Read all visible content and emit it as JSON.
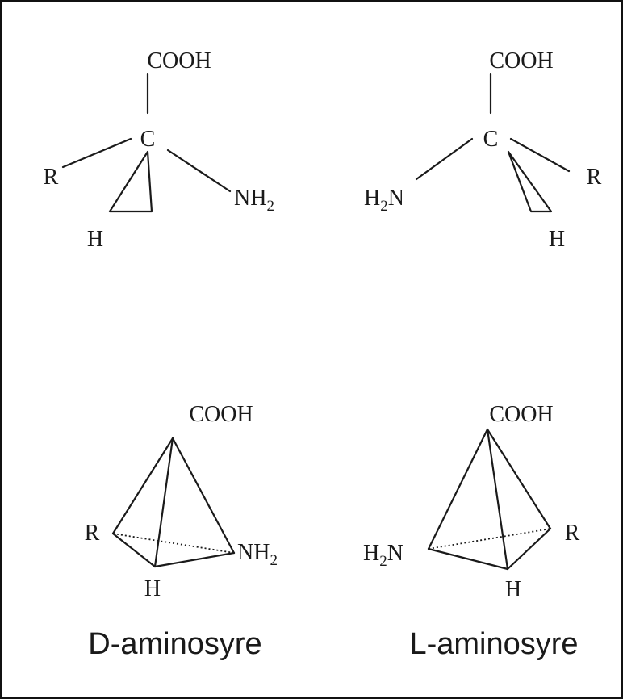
{
  "d_isomer": {
    "caption": "D-aminosyre",
    "structural": {
      "top": "COOH",
      "center": "C",
      "left": "R",
      "right": {
        "main": "NH",
        "sub": "2"
      },
      "bottom": "H"
    },
    "tetrahedron": {
      "top": "COOH",
      "left": "R",
      "right": {
        "main": "NH",
        "sub": "2"
      },
      "bottom": "H"
    }
  },
  "l_isomer": {
    "caption": "L-aminosyre",
    "structural": {
      "top": "COOH",
      "center": "C",
      "left": {
        "pre": "H",
        "sub": "2",
        "post": "N"
      },
      "right": "R",
      "bottom": "H"
    },
    "tetrahedron": {
      "top": "COOH",
      "left": {
        "pre": "H",
        "sub": "2",
        "post": "N"
      },
      "right": "R",
      "bottom": "H"
    }
  }
}
